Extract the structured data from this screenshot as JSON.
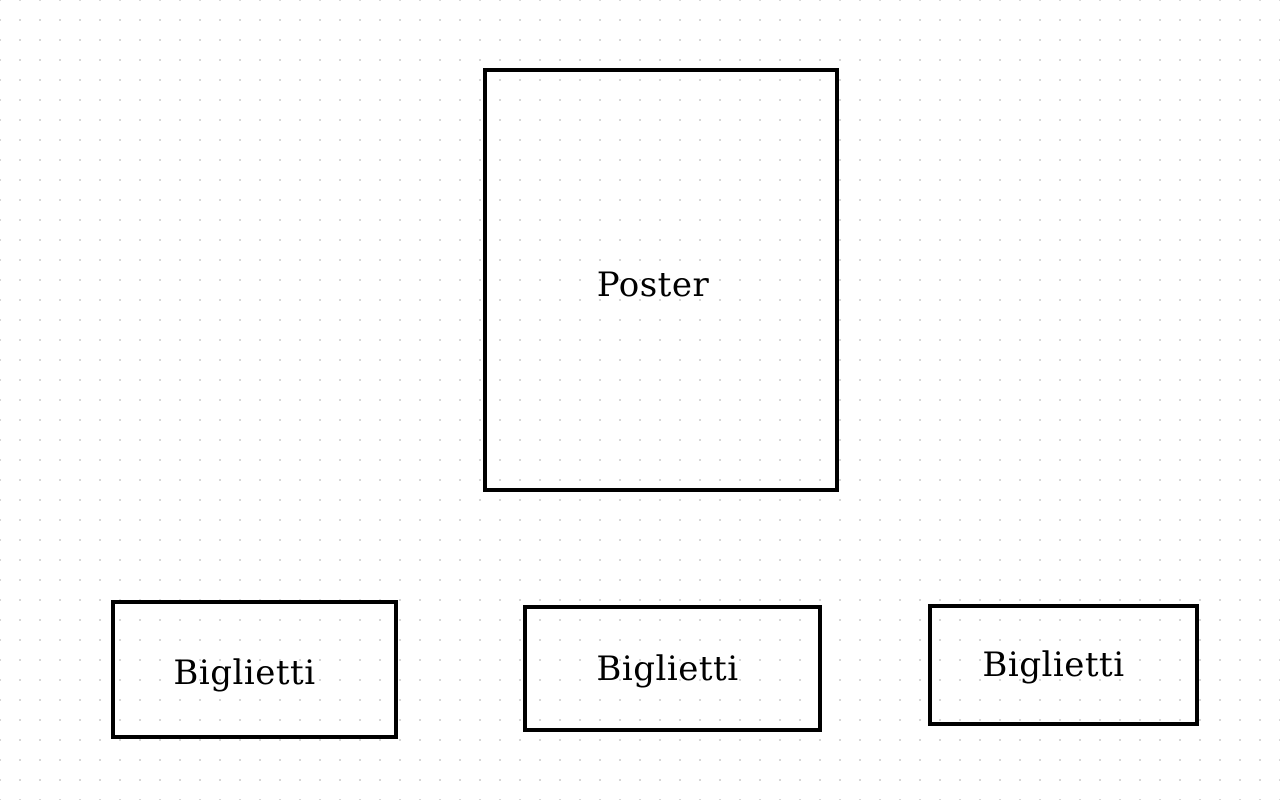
{
  "diagram": {
    "poster": {
      "label": "Poster"
    },
    "tickets": [
      {
        "label": "Biglietti"
      },
      {
        "label": "Biglietti"
      },
      {
        "label": "Biglietti"
      }
    ]
  }
}
